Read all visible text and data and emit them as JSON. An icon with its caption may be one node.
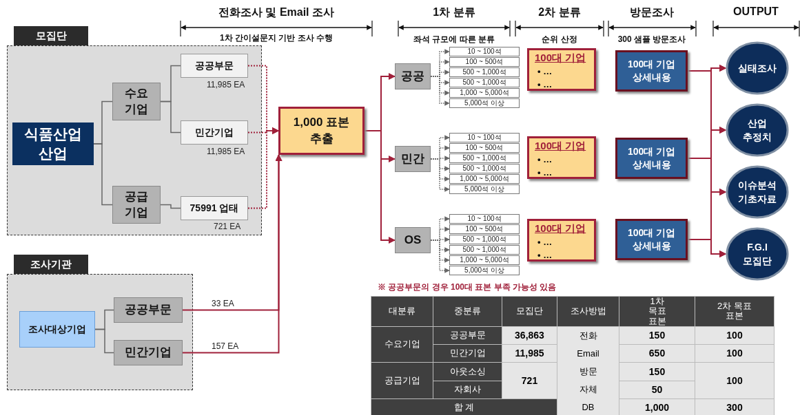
{
  "diagram": {
    "nodes": [
      {
        "text": [
          "모집단"
        ]
      },
      {
        "text": [
          "식품산업 산업"
        ],
        "in": 0
      },
      {
        "text": [
          "수요 기업"
        ],
        "in": 0
      },
      {
        "text": [
          "공급 기업"
        ],
        "in": 0
      },
      {
        "text": [
          "공공부문"
        ],
        "in": 0,
        "beside": [
          "11,985 EA"
        ]
      },
      {
        "text": [
          "민간기업"
        ],
        "in": 0,
        "beside": [
          "11,985 EA"
        ]
      },
      {
        "text": [
          "75991 업태"
        ],
        "in": 0,
        "beside": [
          "721 EA"
        ]
      },
      {
        "text": [
          "조사기관"
        ]
      },
      {
        "text": [
          "조사대상기업"
        ],
        "in": 7
      },
      {
        "text": [
          "공공부문"
        ],
        "in": 7
      },
      {
        "text": [
          "민간기업"
        ],
        "in": 7
      },
      {
        "text": [
          "1,000 표본 추출"
        ]
      },
      {
        "text": [
          "공공"
        ]
      },
      {
        "text": [
          "민간"
        ]
      },
      {
        "text": [
          "OS"
        ]
      },
      {
        "text": [
          "10 ~ 100석"
        ]
      },
      {
        "text": [
          "100 ~ 500석"
        ]
      },
      {
        "text": [
          "500 ~ 1,000석"
        ]
      },
      {
        "text": [
          "500 ~ 1,000석"
        ]
      },
      {
        "text": [
          "1,000 ~ 5,000석"
        ]
      },
      {
        "text": [
          "5,000석 이상"
        ]
      },
      {
        "text": [
          "10 ~ 100석"
        ]
      },
      {
        "text": [
          "100 ~ 500석"
        ]
      },
      {
        "text": [
          "500 ~ 1,000석"
        ]
      },
      {
        "text": [
          "500 ~ 1,000석"
        ]
      },
      {
        "text": [
          "1,000 ~ 5,000석"
        ]
      },
      {
        "text": [
          "5,000석 이상"
        ]
      },
      {
        "text": [
          "10 ~ 100석"
        ]
      },
      {
        "text": [
          "100 ~ 500석"
        ]
      },
      {
        "text": [
          "500 ~ 1,000석"
        ]
      },
      {
        "text": [
          "500 ~ 1,000석"
        ]
      },
      {
        "text": [
          "1,000 ~ 5,000석"
        ]
      },
      {
        "text": [
          "5,000석 이상"
        ]
      },
      {
        "text": [
          "100대 기업",
          "• …",
          "• …"
        ]
      },
      {
        "text": [
          "100대 기업",
          "• …",
          "• …"
        ]
      },
      {
        "text": [
          "100대 기업",
          "• …",
          "• …"
        ]
      },
      {
        "text": [
          "100대 기업 상세내용"
        ]
      },
      {
        "text": [
          "100대 기업 상세내용"
        ]
      },
      {
        "text": [
          "100대 기업 상세내용"
        ]
      },
      {
        "text": [
          "실태조사"
        ]
      },
      {
        "text": [
          "산업 추정치"
        ]
      },
      {
        "text": [
          "이슈분석 기초자료"
        ]
      },
      {
        "text": [
          "F.G.I 모집단"
        ]
      }
    ],
    "edges": [
      {
        "from": 1,
        "to": 2,
        "arrow": "none"
      },
      {
        "from": 1,
        "to": 3,
        "arrow": "none"
      },
      {
        "from": 2,
        "to": 4,
        "arrow": "none"
      },
      {
        "from": 2,
        "to": 5,
        "arrow": "none"
      },
      {
        "from": 3,
        "to": 6,
        "arrow": "none"
      },
      {
        "from": 4,
        "to": 11,
        "arrow": "to",
        "style": "dashed",
        "color": "#a0203a"
      },
      {
        "from": 5,
        "to": 11,
        "arrow": "to",
        "style": "dashed",
        "color": "#a0203a"
      },
      {
        "from": 6,
        "to": 11,
        "arrow": "to",
        "style": "dashed",
        "color": "#a0203a"
      },
      {
        "from": 8,
        "to": 9,
        "arrow": "none"
      },
      {
        "from": 8,
        "to": 10,
        "arrow": "none"
      },
      {
        "from": 9,
        "to": 11,
        "arrow": "to",
        "label": "33 EA",
        "color": "#a0203a"
      },
      {
        "from": 10,
        "to": 11,
        "arrow": "to",
        "label": "157 EA",
        "color": "#a0203a"
      },
      {
        "from": 11,
        "to": 12,
        "arrow": "to",
        "color": "#a0203a"
      },
      {
        "from": 11,
        "to": 13,
        "arrow": "to",
        "color": "#a0203a"
      },
      {
        "from": 11,
        "to": 14,
        "arrow": "to",
        "color": "#a0203a"
      },
      {
        "from": 12,
        "to": 15,
        "arrow": "to",
        "style": "dashed"
      },
      {
        "from": 12,
        "to": 16,
        "arrow": "to",
        "style": "dashed"
      },
      {
        "from": 12,
        "to": 17,
        "arrow": "to",
        "style": "dashed"
      },
      {
        "from": 12,
        "to": 18,
        "arrow": "to",
        "style": "dashed"
      },
      {
        "from": 12,
        "to": 19,
        "arrow": "to",
        "style": "dashed"
      },
      {
        "from": 12,
        "to": 20,
        "arrow": "to",
        "style": "dashed"
      },
      {
        "from": 13,
        "to": 21,
        "arrow": "to",
        "style": "dashed"
      },
      {
        "from": 13,
        "to": 22,
        "arrow": "to",
        "style": "dashed"
      },
      {
        "from": 13,
        "to": 23,
        "arrow": "to",
        "style": "dashed"
      },
      {
        "from": 13,
        "to": 24,
        "arrow": "to",
        "style": "dashed"
      },
      {
        "from": 13,
        "to": 25,
        "arrow": "to",
        "style": "dashed"
      },
      {
        "from": 13,
        "to": 26,
        "arrow": "to",
        "style": "dashed"
      },
      {
        "from": 14,
        "to": 27,
        "arrow": "to",
        "style": "dashed"
      },
      {
        "from": 14,
        "to": 28,
        "arrow": "to",
        "style": "dashed"
      },
      {
        "from": 14,
        "to": 29,
        "arrow": "to",
        "style": "dashed"
      },
      {
        "from": 14,
        "to": 30,
        "arrow": "to",
        "style": "dashed"
      },
      {
        "from": 14,
        "to": 31,
        "arrow": "to",
        "style": "dashed"
      },
      {
        "from": 14,
        "to": 32,
        "arrow": "to",
        "style": "dashed"
      },
      {
        "from": 36,
        "to": 39,
        "arrow": "to",
        "color": "#a0203a"
      },
      {
        "from": 36,
        "to": 40,
        "arrow": "to",
        "color": "#a0203a"
      },
      {
        "from": 36,
        "to": 41,
        "arrow": "to",
        "color": "#a0203a"
      },
      {
        "from": 36,
        "to": 42,
        "arrow": "to",
        "color": "#a0203a"
      },
      {
        "from": 37,
        "to": 39,
        "arrow": "to",
        "color": "#a0203a"
      },
      {
        "from": 37,
        "to": 40,
        "arrow": "to",
        "color": "#a0203a"
      },
      {
        "from": 37,
        "to": 41,
        "arrow": "to",
        "color": "#a0203a"
      },
      {
        "from": 37,
        "to": 42,
        "arrow": "to",
        "color": "#a0203a"
      },
      {
        "from": 38,
        "to": 39,
        "arrow": "to",
        "color": "#a0203a"
      },
      {
        "from": 38,
        "to": 40,
        "arrow": "to",
        "color": "#a0203a"
      },
      {
        "from": 38,
        "to": 41,
        "arrow": "to",
        "color": "#a0203a"
      },
      {
        "from": 38,
        "to": 42,
        "arrow": "to",
        "color": "#a0203a"
      }
    ],
    "labels": [
      "전화조사 및 Email 조사",
      "1차 간이설문지 기반 조사 수행",
      "1차 분류",
      "좌석 규모에 따른 분류",
      "2차 분류",
      "순위 산정",
      "방문조사",
      "300 샘플 방문조사",
      "OUTPUT",
      "※ 공공부문의 경우 100대 표본 부족 가능성 있음",
      "대분류",
      "중분류",
      "모집단",
      "조사방법",
      "1차 목표 표본",
      "2차 목표 표본",
      "수요기업",
      "공공부문",
      "36,863",
      "전화 Email 방문 자체 DB",
      "150",
      "100",
      "민간기업",
      "11,985",
      "650",
      "100",
      "공급기업",
      "아웃소싱",
      "721",
      "150",
      "100",
      "자회사",
      "50",
      "합 계",
      "1,000",
      "300"
    ]
  }
}
